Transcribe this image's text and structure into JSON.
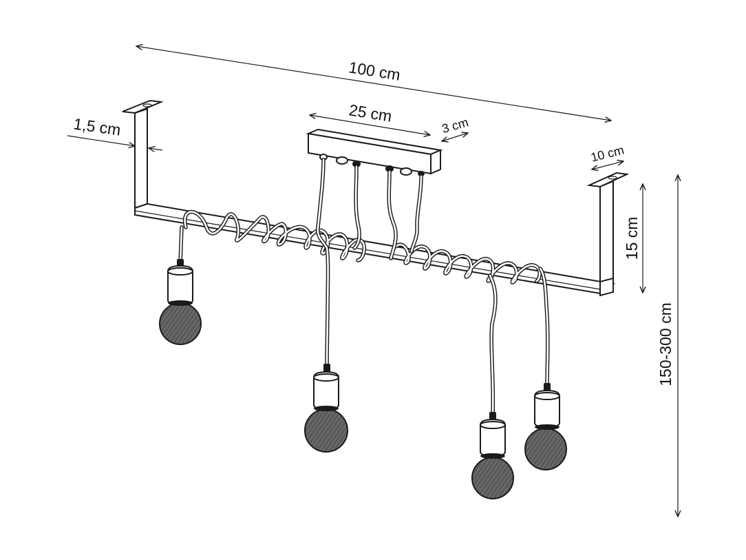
{
  "dimensions": {
    "total_length": "100 cm",
    "canopy_length": "25 cm",
    "canopy_depth": "3 cm",
    "bracket_width": "10 cm",
    "bar_thickness": "1,5 cm",
    "bracket_height": "15 cm",
    "total_height": "150-300 cm"
  },
  "colors": {
    "line": "#1a1a1a",
    "background": "#ffffff",
    "bulb": "#4a4a4a"
  }
}
